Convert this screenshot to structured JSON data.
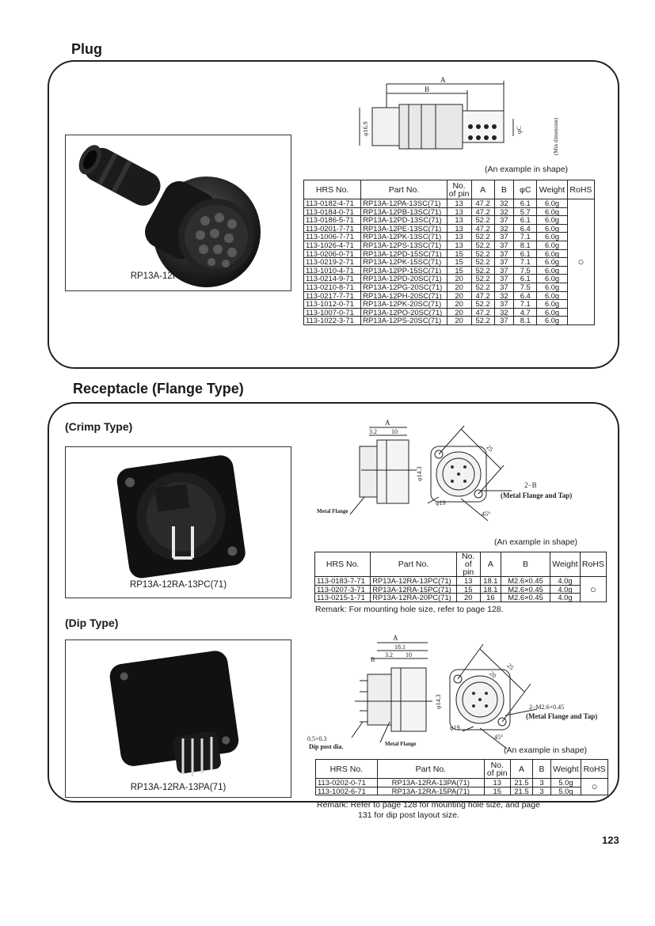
{
  "plug": {
    "title": "Plug",
    "photo_caption": "RP13A-12PA-13SC(71)",
    "example_note": "(An example in shape)",
    "drawing": {
      "dim_a": "A",
      "dim_b": "B",
      "dim_dia": "φ16.9",
      "dim_c": "φC",
      "min_note": "(Min dimension)"
    },
    "table": {
      "headers": [
        "HRS No.",
        "Part No.",
        "No. of pin",
        "A",
        "B",
        "φC",
        "Weight",
        "RoHS"
      ],
      "rows": [
        [
          "113-0182-4-71",
          "RP13A-12PA-13SC(71)",
          "13",
          "47.2",
          "32",
          "6.1",
          "6.0g"
        ],
        [
          "113-0184-0-71",
          "RP13A-12PB-13SC(71)",
          "13",
          "47.2",
          "32",
          "5.7",
          "6.0g"
        ],
        [
          "113-0186-5-71",
          "RP13A-12PD-13SC(71)",
          "13",
          "52.2",
          "37",
          "6.1",
          "6.0g"
        ],
        [
          "113-0201-7-71",
          "RP13A-12PE-13SC(71)",
          "13",
          "47.2",
          "32",
          "6.4",
          "6.0g"
        ],
        [
          "113-1006-7-71",
          "RP13A-12PK-13SC(71)",
          "13",
          "52.2",
          "37",
          "7.1",
          "6.0g"
        ],
        [
          "113-1026-4-71",
          "RP13A-12PS-13SC(71)",
          "13",
          "52.2",
          "37",
          "8.1",
          "6.0g"
        ],
        [
          "113-0206-0-71",
          "RP13A-12PD-15SC(71)",
          "15",
          "52.2",
          "37",
          "6.1",
          "6.0g"
        ],
        [
          "113-0219-2-71",
          "RP13A-12PK-15SC(71)",
          "15",
          "52.2",
          "37",
          "7.1",
          "6.0g"
        ],
        [
          "113-1010-4-71",
          "RP13A-12PP-15SC(71)",
          "15",
          "52.2",
          "37",
          "7.5",
          "6.0g"
        ],
        [
          "113-0214-9-71",
          "RP13A-12PD-20SC(71)",
          "20",
          "52.2",
          "37",
          "6.1",
          "6.0g"
        ],
        [
          "113-0210-8-71",
          "RP13A-12PG-20SC(71)",
          "20",
          "52.2",
          "37",
          "7.5",
          "6.0g"
        ],
        [
          "113-0217-7-71",
          "RP13A-12PH-20SC(71)",
          "20",
          "47.2",
          "32",
          "6.4",
          "6.0g"
        ],
        [
          "113-1012-0-71",
          "RP13A-12PK-20SC(71)",
          "20",
          "52.2",
          "37",
          "7.1",
          "6.0g"
        ],
        [
          "113-1007-0-71",
          "RP13A-12PO-20SC(71)",
          "20",
          "47.2",
          "32",
          "4.7",
          "6.0g"
        ],
        [
          "113-1022-3-71",
          "RP13A-12PS-20SC(71)",
          "20",
          "52.2",
          "37",
          "8.1",
          "6.0g"
        ]
      ],
      "rohs_mark": "○"
    }
  },
  "receptacle": {
    "title": "Receptacle (Flange Type)",
    "crimp": {
      "subtitle": "(Crimp Type)",
      "photo_caption": "RP13A-12RA-13PC(71)",
      "example_note": "(An example in shape)",
      "drawing": {
        "dim_a": "A",
        "dim_32": "3.2",
        "dim_10": "10",
        "dim_dia143": "φ14.3",
        "dim_25": "25",
        "dim_2b": "2−B",
        "metal_flange_tap": "(Metal Flange and Tap)",
        "dim_dia19": "φ19",
        "dim_45": "45°",
        "metal_flange": "Metal Flange"
      },
      "table": {
        "headers": [
          "HRS No.",
          "Part No.",
          "No. of pin",
          "A",
          "B",
          "Weight",
          "RoHS"
        ],
        "rows": [
          [
            "113-0183-7-71",
            "RP13A-12RA-13PC(71)",
            "13",
            "18.1",
            "M2.6×0.45",
            "4.0g"
          ],
          [
            "113-0207-3-71",
            "RP13A-12RA-15PC(71)",
            "15",
            "18.1",
            "M2.6×0.45",
            "4.0g"
          ],
          [
            "113-0215-1-71",
            "RP13A-12RA-20PC(71)",
            "20",
            "16",
            "M2.6×0.45",
            "4.0g"
          ]
        ],
        "rohs_mark": "○"
      },
      "remark": "Remark:  For mounting hole size, refer to page 128."
    },
    "dip": {
      "subtitle": "(Dip Type)",
      "photo_caption": "RP13A-12RA-13PA(71)",
      "example_note": "(An example in shape)",
      "drawing": {
        "dim_a": "A",
        "dim_181": "18.1",
        "dim_b": "B",
        "dim_32": "3.2",
        "dim_10": "10",
        "dim_dia143": "φ14.3",
        "dim_25": "25",
        "dim_20": "20",
        "dim_m26": "2−M2.6×0.45",
        "metal_flange_tap": "(Metal Flange and Tap)",
        "dim_dia19": "φ19",
        "dim_45": "45°",
        "post": "0.5×0.3",
        "post_note": "Dip post dia.",
        "metal_flange": "Metal Flange"
      },
      "table": {
        "headers": [
          "HRS No.",
          "Part No.",
          "No. of pin",
          "A",
          "B",
          "Weight",
          "RoHS"
        ],
        "rows": [
          [
            "113-0202-0-71",
            "RP13A-12RA-13PA(71)",
            "13",
            "21.5",
            "3",
            "5.0g"
          ],
          [
            "113-1002-6-71",
            "RP13A-12RA-15PA(71)",
            "15",
            "21.5",
            "3",
            "5.0g"
          ]
        ],
        "rohs_mark": "○"
      },
      "remark_line1": "Remark:  Refer to page 128 for mounting hole size, and page",
      "remark_line2": "131 for dip post layout size."
    }
  },
  "page_number": "123"
}
